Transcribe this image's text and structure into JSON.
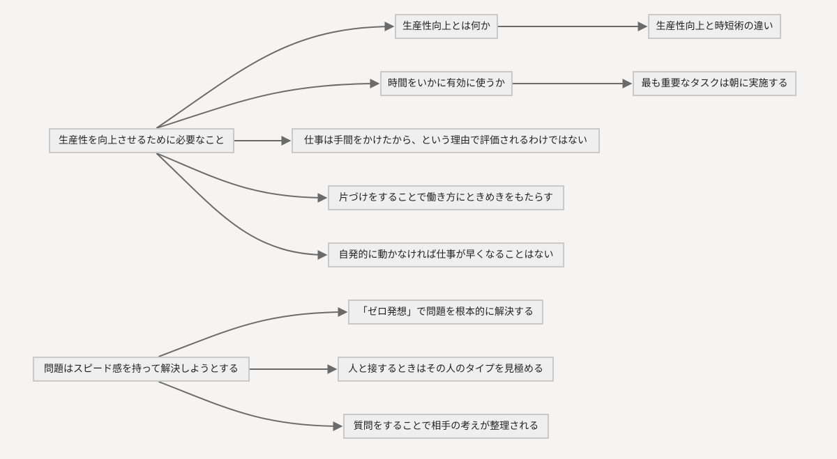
{
  "diagram": {
    "nodes": {
      "root1": "生産性を向上させるために必要なこと",
      "n1": "生産性向上とは何か",
      "n1a": "生産性向上と時短術の違い",
      "n2": "時間をいかに有効に使うか",
      "n2a": "最も重要なタスクは朝に実施する",
      "n3": "仕事は手間をかけたから、という理由で評価されるわけではない",
      "n4": "片づけをすることで働き方にときめきをもたらす",
      "n5": "自発的に動かなければ仕事が早くなることはない",
      "root2": "問題はスピード感を持って解決しようとする",
      "m1": "「ゼロ発想」で問題を根本的に解決する",
      "m2": "人と接するときはその人のタイプを見極める",
      "m3": "質問をすることで相手の考えが整理される"
    },
    "edges": [
      {
        "from": "root1",
        "to": "n1"
      },
      {
        "from": "root1",
        "to": "n2"
      },
      {
        "from": "root1",
        "to": "n3"
      },
      {
        "from": "root1",
        "to": "n4"
      },
      {
        "from": "root1",
        "to": "n5"
      },
      {
        "from": "n1",
        "to": "n1a"
      },
      {
        "from": "n2",
        "to": "n2a"
      },
      {
        "from": "root2",
        "to": "m1"
      },
      {
        "from": "root2",
        "to": "m2"
      },
      {
        "from": "root2",
        "to": "m3"
      }
    ]
  }
}
